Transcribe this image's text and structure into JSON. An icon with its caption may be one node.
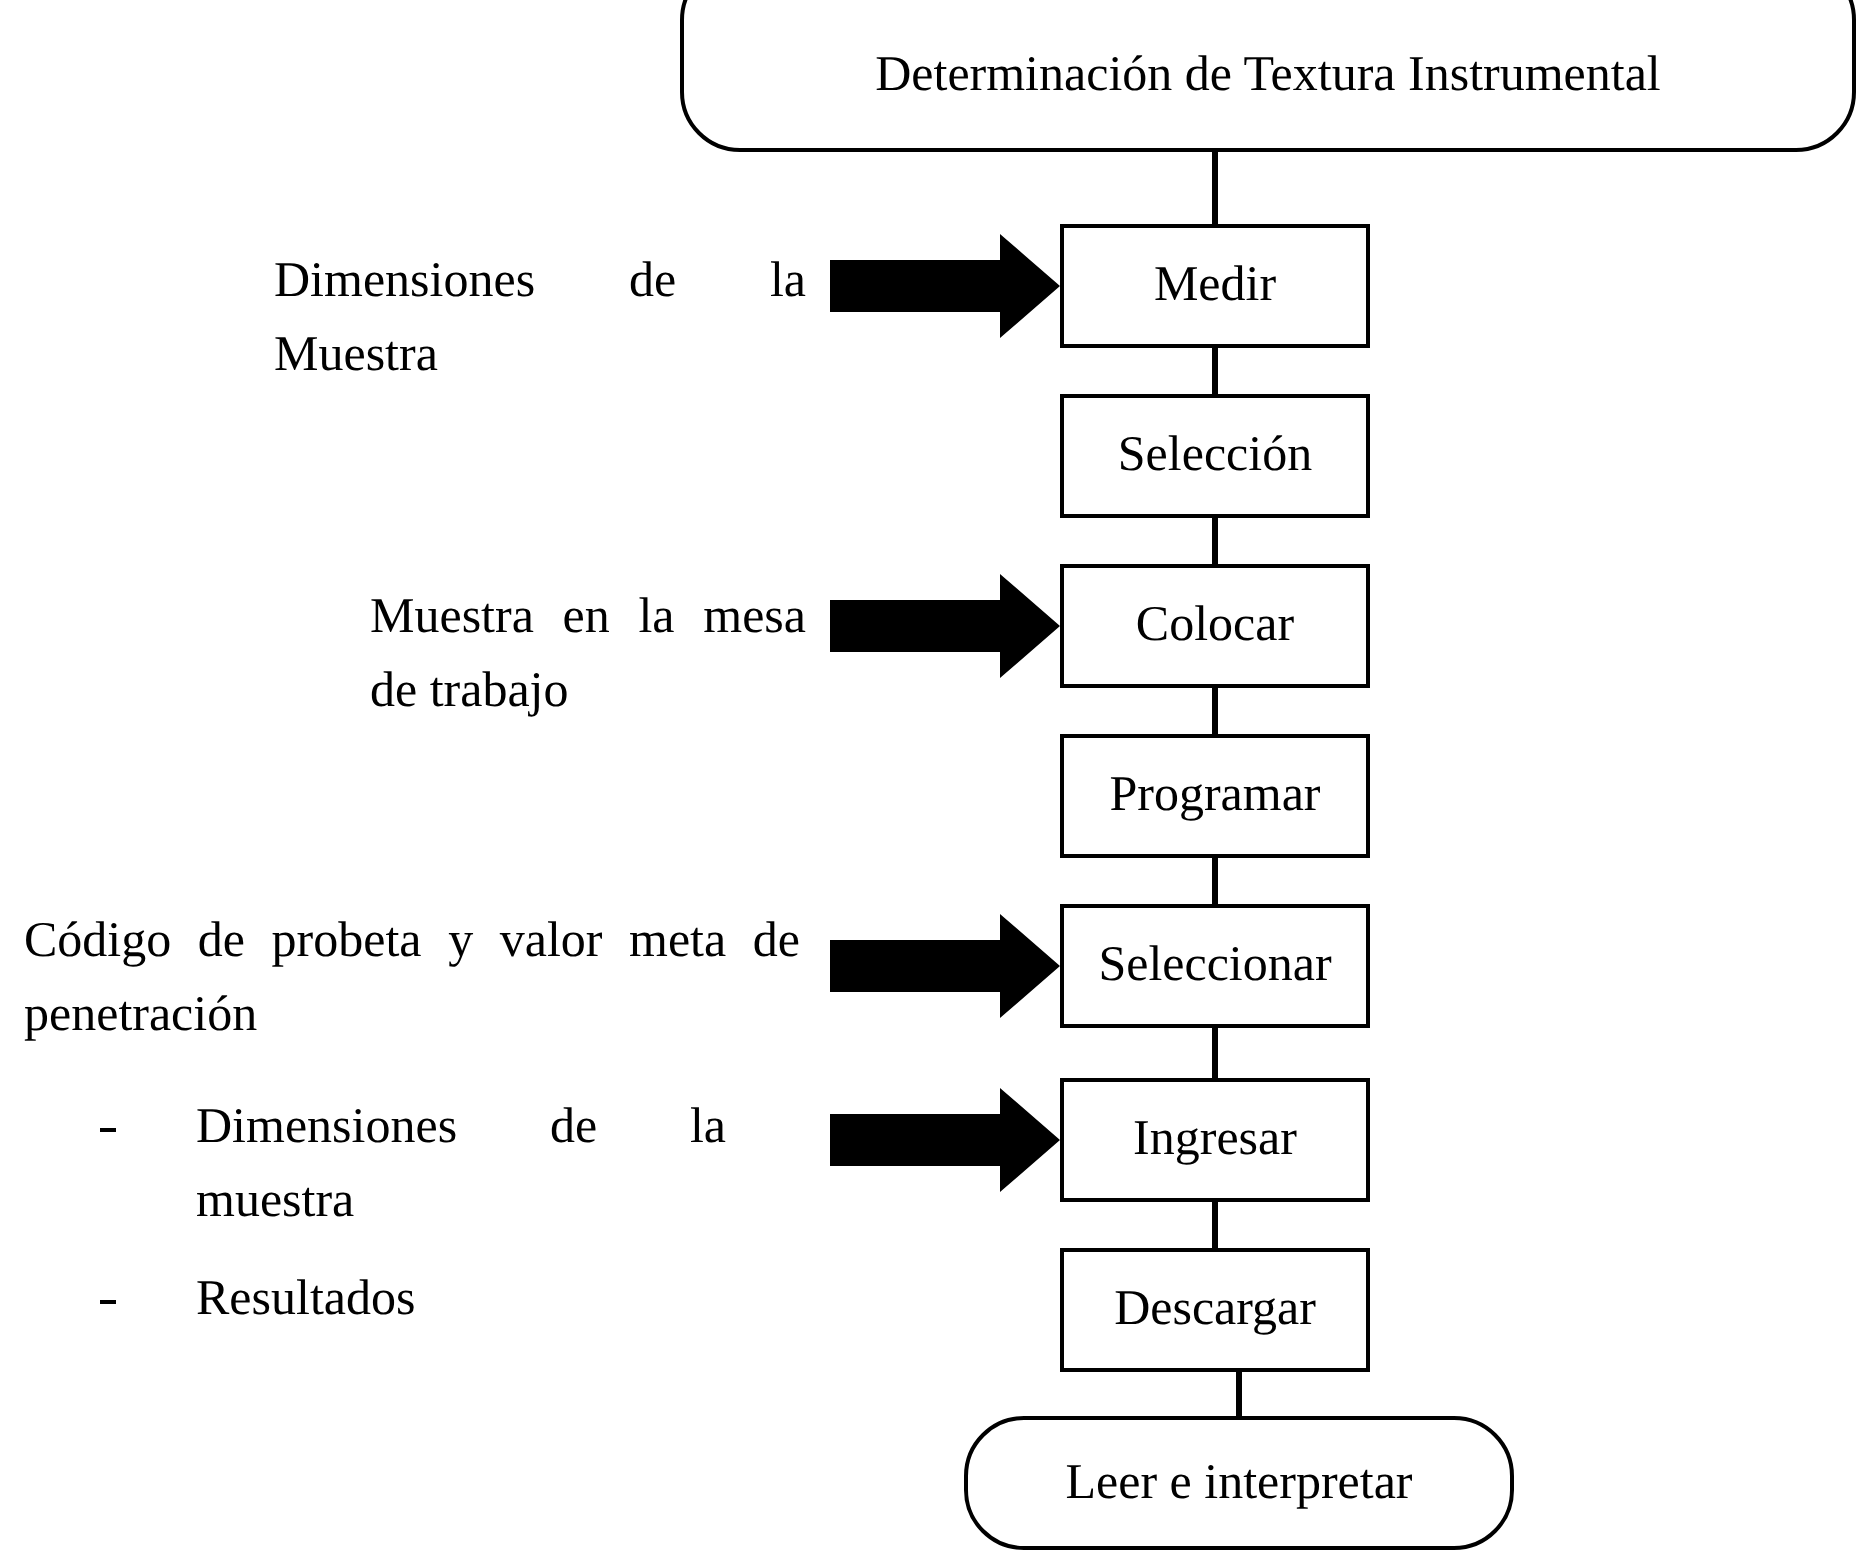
{
  "diagram": {
    "nodes": [
      {
        "text": [
          "Determinación de Textura Instrumental"
        ]
      },
      {
        "text": [
          "Medir"
        ]
      },
      {
        "text": [
          "Selección"
        ]
      },
      {
        "text": [
          "Colocar"
        ]
      },
      {
        "text": [
          "Programar"
        ]
      },
      {
        "text": [
          "Seleccionar"
        ]
      },
      {
        "text": [
          "Ingresar"
        ]
      },
      {
        "text": [
          "Descargar"
        ]
      },
      {
        "text": [
          "Leer e interpretar"
        ]
      },
      {
        "text": [
          "Dimensiones de la Muestra"
        ]
      },
      {
        "text": [
          "Muestra en la mesa de trabajo"
        ]
      },
      {
        "text": [
          "Código de probeta y valor meta de penetración"
        ]
      },
      {
        "text": [
          "Dimensiones de la muestra",
          "Resultados"
        ]
      }
    ],
    "edges": [
      {
        "from": 0,
        "to": 1,
        "arrow": "none"
      },
      {
        "from": 1,
        "to": 2,
        "arrow": "none"
      },
      {
        "from": 2,
        "to": 3,
        "arrow": "none"
      },
      {
        "from": 3,
        "to": 4,
        "arrow": "none"
      },
      {
        "from": 4,
        "to": 5,
        "arrow": "none"
      },
      {
        "from": 5,
        "to": 6,
        "arrow": "none"
      },
      {
        "from": 6,
        "to": 7,
        "arrow": "none"
      },
      {
        "from": 7,
        "to": 8,
        "arrow": "none"
      },
      {
        "from": 9,
        "to": 1,
        "arrow": "to",
        "style": "thick"
      },
      {
        "from": 10,
        "to": 3,
        "arrow": "to",
        "style": "thick"
      },
      {
        "from": 11,
        "to": 5,
        "arrow": "to",
        "style": "thick"
      },
      {
        "from": 12,
        "to": 6,
        "arrow": "to",
        "style": "thick"
      }
    ]
  }
}
